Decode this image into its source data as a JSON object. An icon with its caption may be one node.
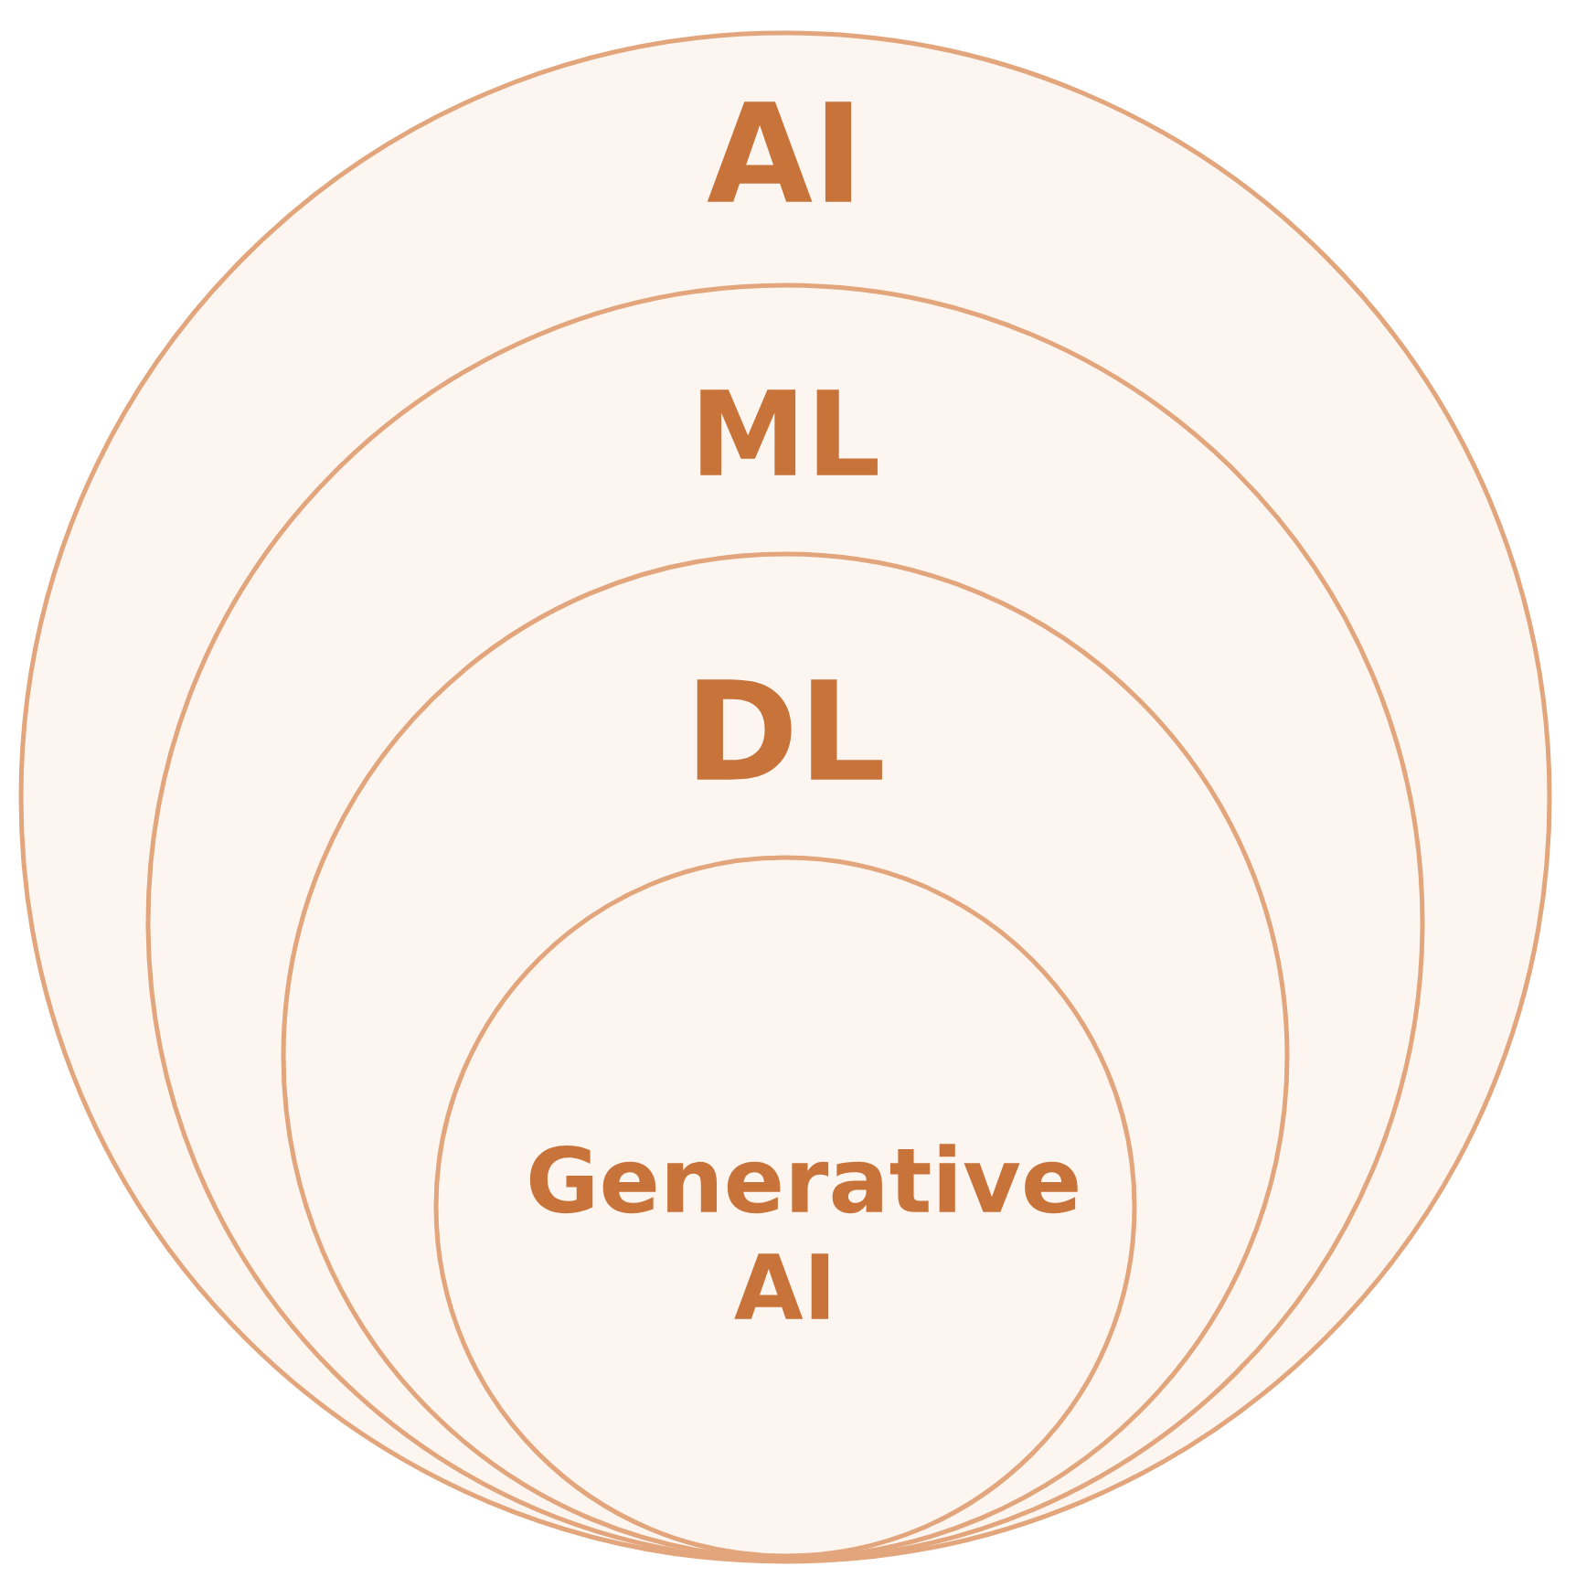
{
  "diagram": {
    "nodes": [
      {
        "text": [
          "AI"
        ]
      },
      {
        "text": [
          "ML"
        ],
        "in": 0
      },
      {
        "text": [
          "DL"
        ],
        "in": 1
      },
      {
        "text": [
          "Generative AI"
        ],
        "in": 2
      }
    ]
  }
}
